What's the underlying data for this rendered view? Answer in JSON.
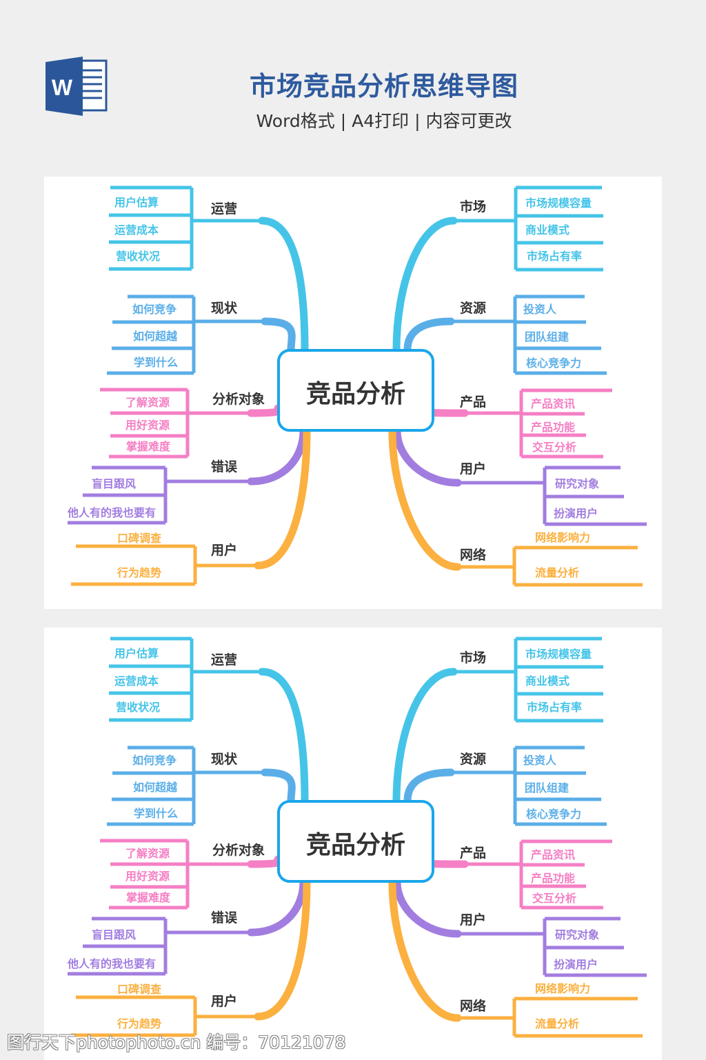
{
  "header": {
    "app_icon": "word-icon",
    "title": "市场竞品分析思维导图",
    "subtitle": "Word格式 | A4打印 | 内容可更改"
  },
  "mindmap": {
    "center": "竞品分析",
    "colors": {
      "cyan": "#45c4e8",
      "blue": "#5aaee8",
      "pink": "#f57fc4",
      "purple": "#a27de0",
      "orange": "#fbb040",
      "center_border": "#1aa6ea",
      "label": "#333333"
    },
    "left": [
      {
        "label": "运营",
        "color": "cyan",
        "children": [
          "用户估算",
          "运营成本",
          "营收状况"
        ]
      },
      {
        "label": "现状",
        "color": "blue",
        "children": [
          "如何竞争",
          "如何超越",
          "学到什么"
        ]
      },
      {
        "label": "分析对象",
        "color": "pink",
        "children": [
          "了解资源",
          "用好资源",
          "掌握难度"
        ]
      },
      {
        "label": "错误",
        "color": "purple",
        "children": [
          "盲目跟风",
          "他人有的我也要有"
        ]
      },
      {
        "label": "用户",
        "color": "orange",
        "children": [
          "口碑调查",
          "行为趋势"
        ]
      }
    ],
    "right": [
      {
        "label": "市场",
        "color": "cyan",
        "children": [
          "市场规模容量",
          "商业模式",
          "市场占有率"
        ]
      },
      {
        "label": "资源",
        "color": "blue",
        "children": [
          "投资人",
          "团队组建",
          "核心竞争力"
        ]
      },
      {
        "label": "产品",
        "color": "pink",
        "children": [
          "产品资讯",
          "产品功能",
          "交互分析"
        ]
      },
      {
        "label": "用户",
        "color": "purple",
        "children": [
          "研究对象",
          "扮演用户"
        ]
      },
      {
        "label": "网络",
        "color": "orange",
        "children": [
          "网络影响力",
          "流量分析"
        ]
      }
    ]
  },
  "watermark": "图行天下photophoto.cn 编号：70121078"
}
